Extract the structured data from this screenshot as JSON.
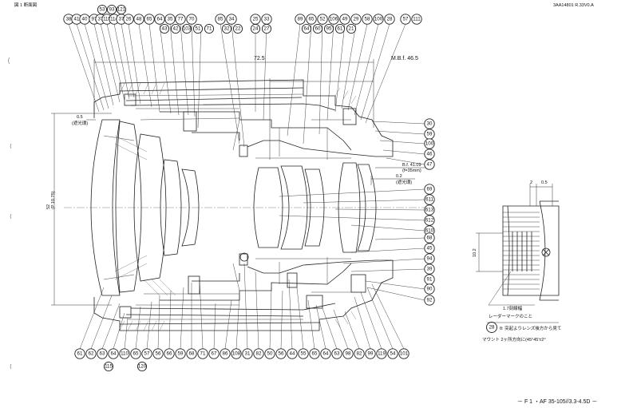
{
  "header": {
    "left_text": "図 1 断面図",
    "right_text": "3AA14801  R.33V0.A"
  },
  "footer": {
    "text": "－ F 1 ・AF 35-105//3.3-4.5D －"
  },
  "dimensions": {
    "overall_length": "72.5",
    "mbf": "M.B.f. 46.5",
    "gap_left_value": "0.5",
    "gap_left_note": "(遮光環)",
    "bf": "B.f. 41.09",
    "bf_note": "(f=35mm)",
    "gap_right_value": "0.2",
    "gap_right_note": "(遮光環)",
    "diameter_value": "52",
    "diameter_note": "(P 10.75)"
  },
  "top_labels_row1": [
    "38",
    "41",
    "40",
    "97",
    "37",
    "115",
    "114",
    "37",
    "26",
    "48",
    "65",
    "64",
    "35",
    "77",
    "70",
    "85",
    "34",
    "25",
    "33",
    "89",
    "65",
    "52",
    "106",
    "49",
    "29",
    "58",
    "100",
    "28",
    "57",
    "111"
  ],
  "top_labels_row2": [
    "53",
    "93",
    "121"
  ],
  "top_labels_row3": [
    "43",
    "42",
    "103",
    "51",
    "71",
    "32",
    "22",
    "24",
    "27",
    "64",
    "60",
    "95",
    "61",
    "21"
  ],
  "right_labels": [
    "30",
    "59",
    "100",
    "46",
    "47",
    "69",
    "611",
    "613",
    "612",
    "610",
    "68",
    "45",
    "94",
    "39",
    "91",
    "90",
    "92"
  ],
  "bottom_labels": [
    "61",
    "62",
    "63",
    "64",
    "110",
    "65",
    "57",
    "56",
    "66",
    "59",
    "68",
    "71",
    "67",
    "86",
    "108",
    "31",
    "82",
    "50",
    "56",
    "44",
    "55",
    "65",
    "64",
    "63",
    "98",
    "82",
    "99",
    "119",
    "54",
    "101"
  ],
  "bottom_sub_labels": [
    "115",
    "120"
  ],
  "detail": {
    "dim_top_a": "2",
    "dim_top_b": "0.5",
    "dim_side": "10.2",
    "note_line1": "1.7刻線幅",
    "note_line2": "レーダーマークのこと",
    "callout_number": "28",
    "callout_text": "θ: 突起よりレンズ後方から見て",
    "mount_text": "マウント 2ヶ所方向に(45°45'±2°"
  }
}
